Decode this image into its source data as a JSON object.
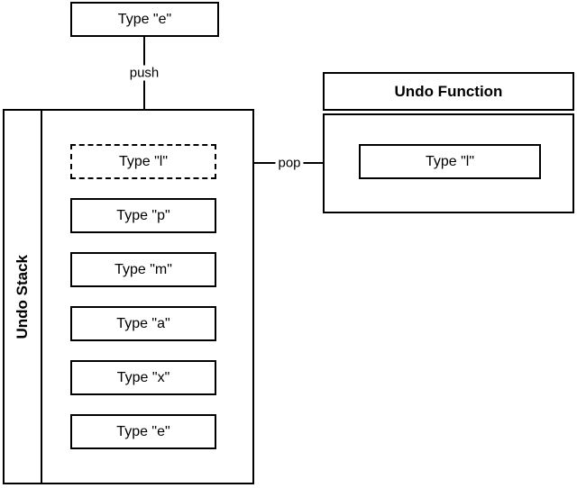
{
  "diagram": {
    "background": "#ffffff",
    "stroke_color": "#000000",
    "text_color": "#000000",
    "input_box": {
      "label": "Type \"e\""
    },
    "push_arrow": {
      "label": "push"
    },
    "pop_arrow": {
      "label": "pop"
    },
    "undo_stack": {
      "title": "Undo Stack",
      "items": [
        {
          "label": "Type \"l\"",
          "border": "dashed"
        },
        {
          "label": "Type \"p\"",
          "border": "solid"
        },
        {
          "label": "Type \"m\"",
          "border": "solid"
        },
        {
          "label": "Type \"a\"",
          "border": "solid"
        },
        {
          "label": "Type \"x\"",
          "border": "solid"
        },
        {
          "label": "Type \"e\"",
          "border": "solid"
        }
      ]
    },
    "undo_function": {
      "title": "Undo Function",
      "item": {
        "label": "Type \"l\""
      }
    }
  }
}
